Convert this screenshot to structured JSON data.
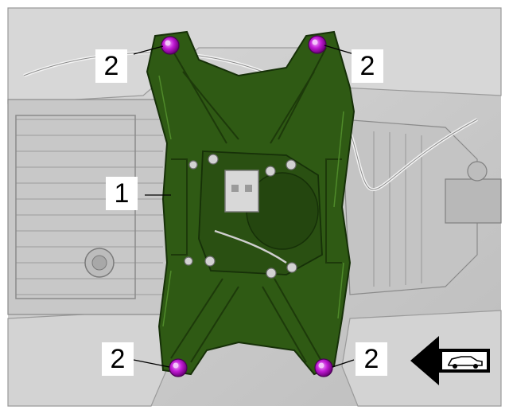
{
  "callouts": {
    "bracket": "1",
    "bolt_top_left": "2",
    "bolt_top_right": "2",
    "bolt_bottom_left": "2",
    "bolt_bottom_right": "2"
  },
  "colors": {
    "bracket": "#2f5a14",
    "bracket_dark": "#1d3a0a",
    "bracket_light": "#4f8a2a",
    "bolt": "#b400c8",
    "bolt_light": "#e07af0",
    "background_grey": "#cfcfcf"
  },
  "icons": {
    "direction": "forward-arrow-car-icon"
  }
}
